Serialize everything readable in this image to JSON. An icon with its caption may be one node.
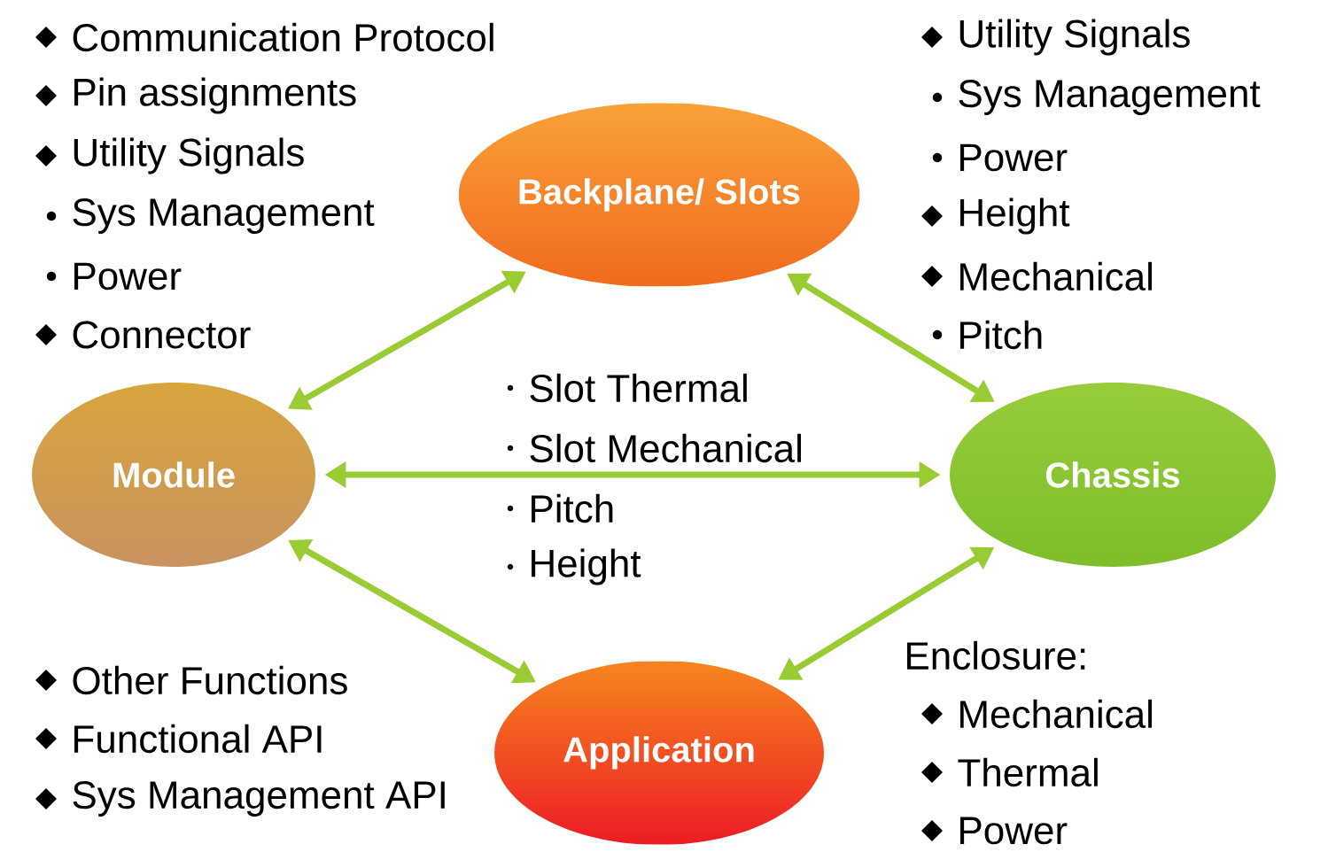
{
  "diagram": {
    "nodes": [
      {
        "text": [
          "Backplane/ Slots"
        ]
      },
      {
        "text": [
          "Module"
        ]
      },
      {
        "text": [
          "Chassis"
        ]
      },
      {
        "text": [
          "Application"
        ]
      }
    ],
    "edges": [
      {
        "from": 1,
        "to": 0,
        "arrow": "both"
      },
      {
        "from": 0,
        "to": 2,
        "arrow": "both"
      },
      {
        "from": 1,
        "to": 2,
        "arrow": "both"
      },
      {
        "from": 1,
        "to": 3,
        "arrow": "both"
      },
      {
        "from": 3,
        "to": 2,
        "arrow": "both"
      }
    ],
    "labels": [
      "Communication Protocol",
      "Pin assignments",
      "Utility Signals",
      "Sys Management",
      "Power",
      "Connector",
      "Utility Signals",
      "Sys Management",
      "Power",
      "Height",
      "Mechanical",
      "Pitch",
      "Slot Thermal",
      "Slot Mechanical",
      "Pitch",
      "Height",
      "Other Functions",
      "Functional API",
      "Sys Management API",
      "Enclosure:",
      "Mechanical",
      "Thermal",
      "Power"
    ]
  }
}
